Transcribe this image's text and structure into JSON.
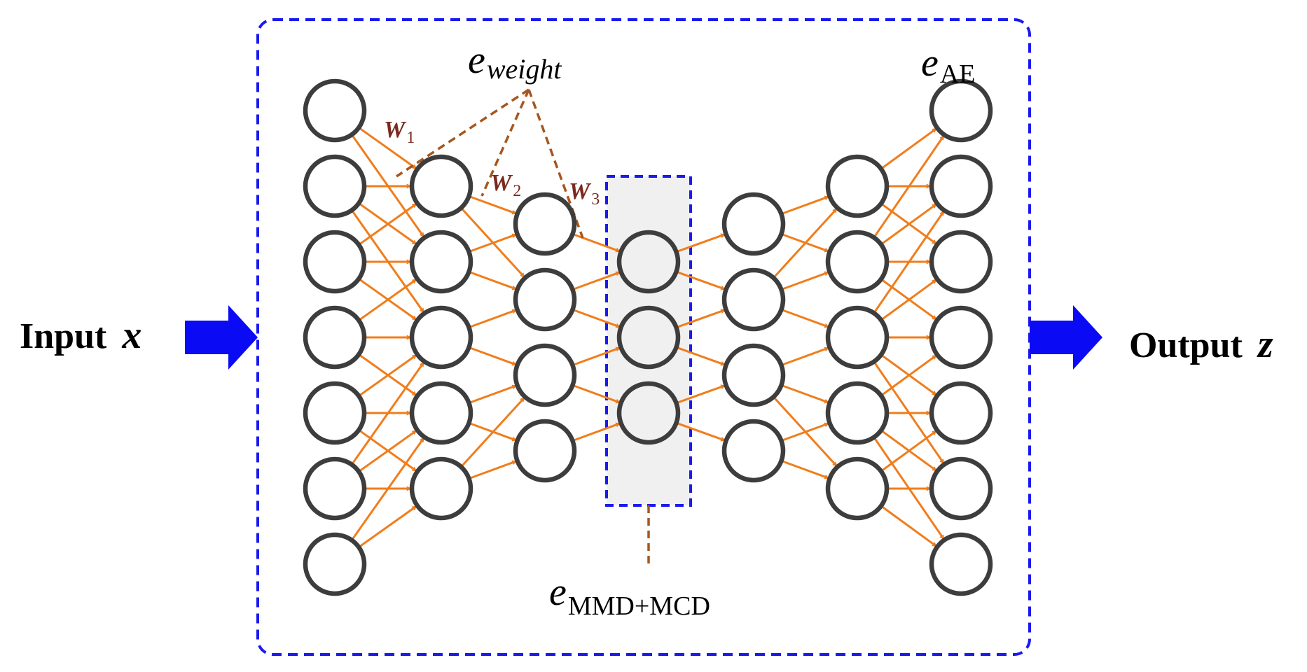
{
  "labels": {
    "input_word": "Input",
    "input_var": "x",
    "output_word": "Output",
    "output_var": "z",
    "e_symbol": "e",
    "e_weight_sub": "weight",
    "e_ae_sub": "AE",
    "e_mmd_sub": "MMD+MCD",
    "w_symbol": "W",
    "w1_sub": "1",
    "w2_sub": "2",
    "w3_sub": "3"
  },
  "network": {
    "layer_sizes": [
      7,
      5,
      4,
      3,
      4,
      5,
      7
    ],
    "bottleneck_layer_index": 3
  },
  "colors": {
    "connection": "#f07d1c",
    "node_stroke": "#3d3d3d",
    "node_fill": "#ffffff",
    "frame": "#1a1aee",
    "arrow": "#0a0af5",
    "bottleneck_fill": "#f0f0f0",
    "annotation_line": "#a8561c",
    "w_label": "#7a2a1e"
  }
}
